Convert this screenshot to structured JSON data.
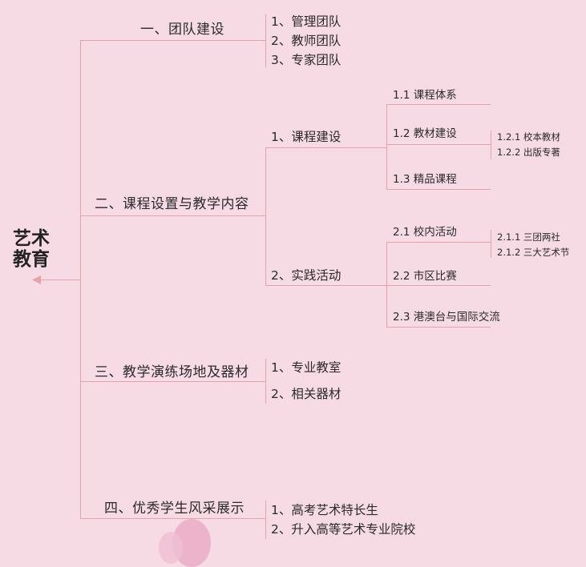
{
  "root": {
    "lines": [
      "艺术",
      "教育"
    ]
  },
  "branches": [
    {
      "label": "一、团队建设",
      "children": [
        "1、管理团队",
        "2、教师团队",
        "3、专家团队"
      ]
    },
    {
      "label": "二、课程设置与教学内容",
      "children": [
        {
          "label": "1、课程建设",
          "children": [
            {
              "label": "1.1 课程体系"
            },
            {
              "label": "1.2 教材建设",
              "children": [
                "1.2.1 校本教材",
                "1.2.2 出版专著"
              ]
            },
            {
              "label": "1.3 精品课程"
            }
          ]
        },
        {
          "label": "2、实践活动",
          "children": [
            {
              "label": "2.1 校内活动",
              "children": [
                "2.1.1 三团两社",
                "2.1.2 三大艺术节"
              ]
            },
            {
              "label": "2.2 市区比赛"
            },
            {
              "label": "2.3 港澳台与国际交流"
            }
          ]
        }
      ]
    },
    {
      "label": "三、教学演练场地及器材",
      "children": [
        "1、专业教室",
        "2、相关器材"
      ]
    },
    {
      "label": "四、优秀学生风采展示",
      "children": [
        "1、高考艺术特长生",
        "2、升入高等艺术专业院校"
      ]
    }
  ],
  "colors": {
    "line": "#e7a2ac",
    "text": "#2a2a2a",
    "background": "#f7dbe4"
  }
}
